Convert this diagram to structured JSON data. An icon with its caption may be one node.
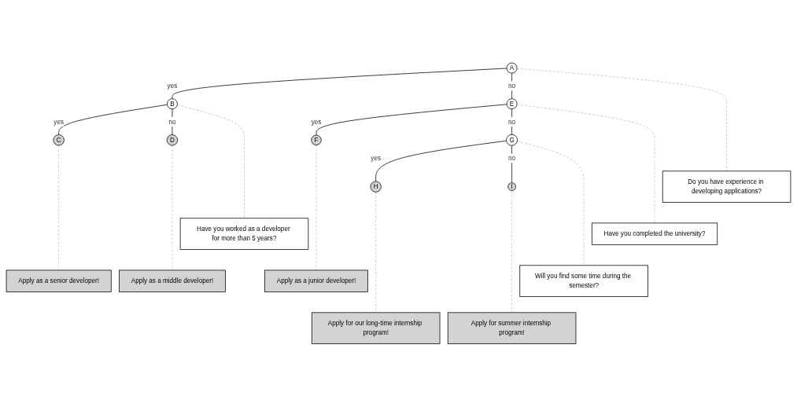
{
  "diagram": {
    "nodes": [
      {
        "text": [
          "A"
        ]
      },
      {
        "text": [
          "B"
        ]
      },
      {
        "text": [
          "E"
        ]
      },
      {
        "text": [
          "C"
        ]
      },
      {
        "text": [
          "D"
        ]
      },
      {
        "text": [
          "F"
        ]
      },
      {
        "text": [
          "G"
        ]
      },
      {
        "text": [
          "H"
        ]
      },
      {
        "text": [
          "I"
        ]
      },
      {
        "text": [
          "Do you have experience in developing applications?"
        ]
      },
      {
        "text": [
          "Have you worked as a developer for more than 5 years?"
        ]
      },
      {
        "text": [
          "Have you completed the university?"
        ]
      },
      {
        "text": [
          "Apply as a junior developer!"
        ]
      },
      {
        "text": [
          "Will you find some time during the semester?"
        ]
      },
      {
        "text": [
          "Apply for our long-time internship program!"
        ]
      },
      {
        "text": [
          "Apply for summer internship program!"
        ]
      },
      {
        "text": [
          "Apply as a middle developer!"
        ]
      },
      {
        "text": [
          "Apply as a senior developer!"
        ]
      }
    ],
    "edges": [
      {
        "from": 0,
        "to": 1,
        "arrow": "none",
        "label": "yes",
        "color": "#000000"
      },
      {
        "from": 0,
        "to": 2,
        "arrow": "none",
        "label": "no",
        "color": "#000000"
      },
      {
        "from": 1,
        "to": 3,
        "arrow": "none",
        "label": "yes",
        "color": "#000000"
      },
      {
        "from": 1,
        "to": 4,
        "arrow": "none",
        "label": "no",
        "color": "#000000"
      },
      {
        "from": 2,
        "to": 5,
        "arrow": "none",
        "label": "yes",
        "color": "#000000"
      },
      {
        "from": 2,
        "to": 6,
        "arrow": "none",
        "label": "no",
        "color": "#000000"
      },
      {
        "from": 6,
        "to": 7,
        "arrow": "none",
        "label": "yes",
        "color": "#000000"
      },
      {
        "from": 6,
        "to": 8,
        "arrow": "none",
        "label": "no",
        "color": "#000000"
      },
      {
        "from": 0,
        "to": 9,
        "arrow": "none",
        "style": "dashed",
        "color": "#c0c0c0"
      },
      {
        "from": 1,
        "to": 10,
        "arrow": "none",
        "style": "dashed",
        "color": "#c0c0c0"
      },
      {
        "from": 2,
        "to": 11,
        "arrow": "none",
        "style": "dashed",
        "color": "#c0c0c0"
      },
      {
        "from": 5,
        "to": 12,
        "arrow": "none",
        "style": "dashed",
        "color": "#c0c0c0"
      },
      {
        "from": 6,
        "to": 13,
        "arrow": "none",
        "style": "dashed",
        "color": "#c0c0c0"
      },
      {
        "from": 7,
        "to": 14,
        "arrow": "none",
        "style": "dashed",
        "color": "#c0c0c0"
      },
      {
        "from": 8,
        "to": 15,
        "arrow": "none",
        "style": "dashed",
        "color": "#c0c0c0"
      },
      {
        "from": 4,
        "to": 16,
        "arrow": "none",
        "style": "dashed",
        "color": "#c0c0c0"
      },
      {
        "from": 3,
        "to": 17,
        "arrow": "none",
        "style": "dashed",
        "color": "#c0c0c0"
      }
    ]
  }
}
